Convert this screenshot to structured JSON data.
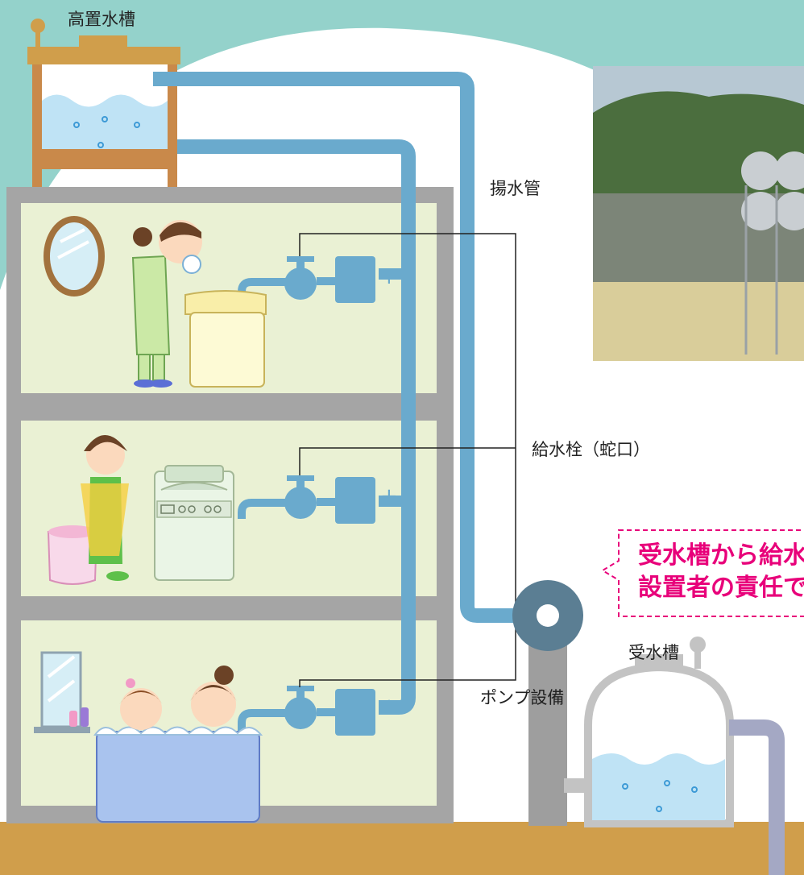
{
  "labels": {
    "elevated_tank": "高置水槽",
    "lift_pipe": "揚水管",
    "faucet": "給水栓（蛇口）",
    "pump": "ポンプ設備",
    "receiving_tank": "受水槽"
  },
  "callout": {
    "line1": "受水槽から給水",
    "line2": "設置者の責任で"
  },
  "colors": {
    "background": "#94d2cb",
    "pipe": "#6aaacd",
    "building": "#a5a5a5",
    "room": "#eaf1d4",
    "ground": "#d09e4b",
    "callout": "#e8007a"
  }
}
